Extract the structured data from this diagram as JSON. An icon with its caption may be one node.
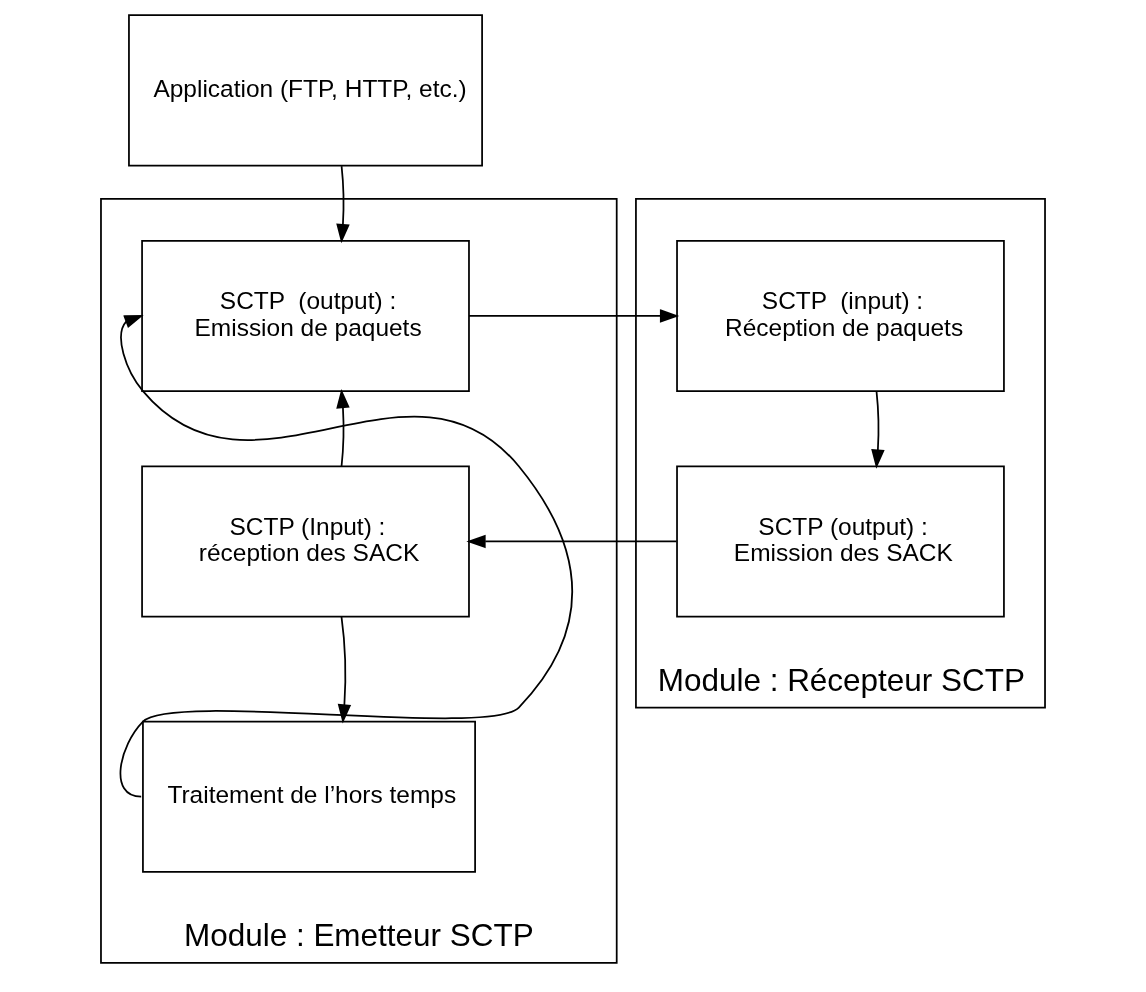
{
  "diagram": {
    "nodes": [
      {
        "text": [
          "Application (FTP, HTTP, etc.)"
        ]
      },
      {
        "text": [
          "Module : Emetteur SCTP"
        ]
      },
      {
        "text": [
          "SCTP  (output) :",
          "Emission de paquets"
        ],
        "in": 1
      },
      {
        "text": [
          "SCTP (Input) :",
          "réception des SACK"
        ],
        "in": 1
      },
      {
        "text": [
          "Traitement de l’hors temps"
        ],
        "in": 1
      },
      {
        "text": [
          "Module : Récepteur SCTP"
        ]
      },
      {
        "text": [
          "SCTP  (input) :",
          "Réception de paquets"
        ],
        "in": 5
      },
      {
        "text": [
          "SCTP (output) :",
          "Emission des SACK"
        ],
        "in": 5
      }
    ],
    "edges": [
      {
        "from": 0,
        "to": 2,
        "arrow": "to"
      },
      {
        "from": 2,
        "to": 6,
        "arrow": "to"
      },
      {
        "from": 6,
        "to": 7,
        "arrow": "to"
      },
      {
        "from": 7,
        "to": 3,
        "arrow": "to"
      },
      {
        "from": 3,
        "to": 2,
        "arrow": "to"
      },
      {
        "from": 3,
        "to": 4,
        "arrow": "to"
      },
      {
        "from": 4,
        "to": 2,
        "arrow": "to"
      }
    ]
  }
}
